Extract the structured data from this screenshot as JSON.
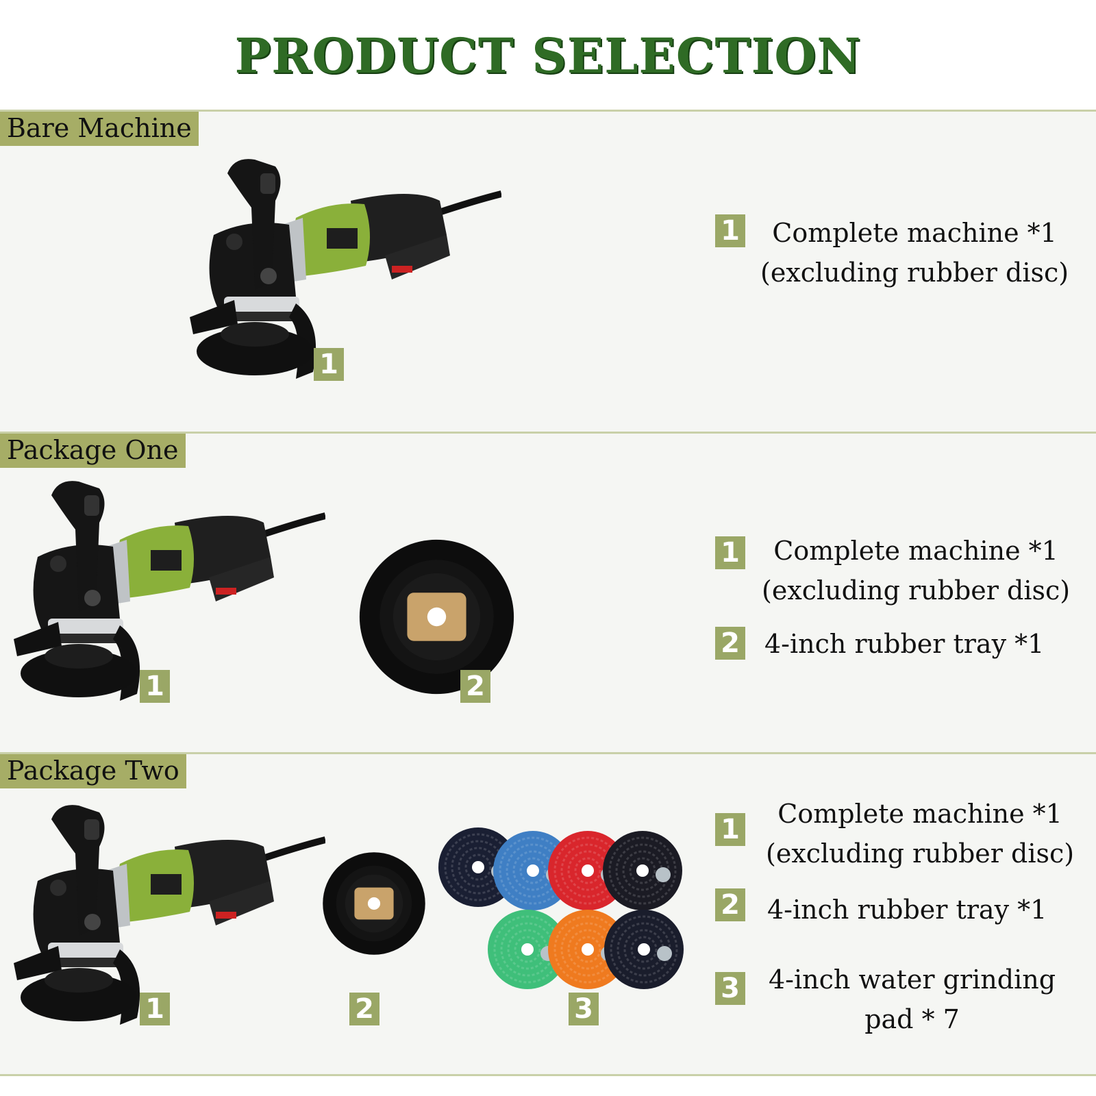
{
  "title": "PRODUCT SELECTION",
  "sections": [
    {
      "label": "Bare Machine",
      "badges": [
        "1"
      ],
      "items": [
        {
          "num": "1",
          "line1": "Complete machine *1",
          "line2": "(excluding rubber disc)"
        }
      ]
    },
    {
      "label": "Package One",
      "badges": [
        "1",
        "2"
      ],
      "items": [
        {
          "num": "1",
          "line1": "Complete machine *1",
          "line2": "(excluding rubber disc)"
        },
        {
          "num": "2",
          "line1": "4-inch rubber tray *1"
        }
      ]
    },
    {
      "label": "Package Two",
      "badges": [
        "1",
        "2",
        "3"
      ],
      "items": [
        {
          "num": "1",
          "line1": "Complete machine *1",
          "line2": "(excluding rubber disc)"
        },
        {
          "num": "2",
          "line1": "4-inch rubber tray *1"
        },
        {
          "num": "3",
          "line1": "4-inch water grinding",
          "line2": "pad * 7"
        }
      ]
    }
  ],
  "colors": {
    "title_green": "#2f6b25",
    "tag_bg": "#a6ad66",
    "badge_bg": "#9aa766",
    "machine_green": "#8ab03a",
    "pad_colors": [
      "#1a1f33",
      "#3f7fc4",
      "#d9262c",
      "#1b1b24",
      "#3fbf7a",
      "#ef7a1f",
      "#1a1d2c"
    ]
  }
}
